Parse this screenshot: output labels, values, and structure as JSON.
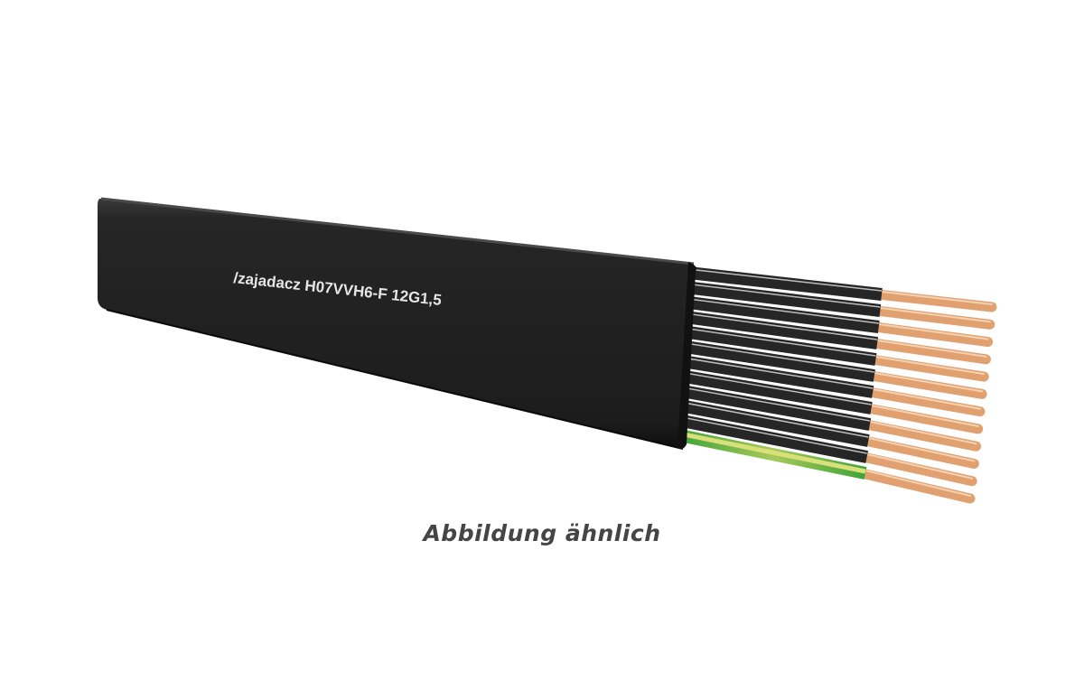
{
  "product_image": {
    "cable_print": "/zajadacz H07VVH6-F 12G1,5",
    "core_count": 12,
    "colors": {
      "sheath": "#1e1e1e",
      "core_insulation": "#262626",
      "protective_earth_green": "#3fa33a",
      "protective_earth_yellow": "#d9e07a",
      "copper": "#e0a070"
    }
  },
  "caption": {
    "text": "Abbildung ähnlich",
    "color": "#454545"
  }
}
